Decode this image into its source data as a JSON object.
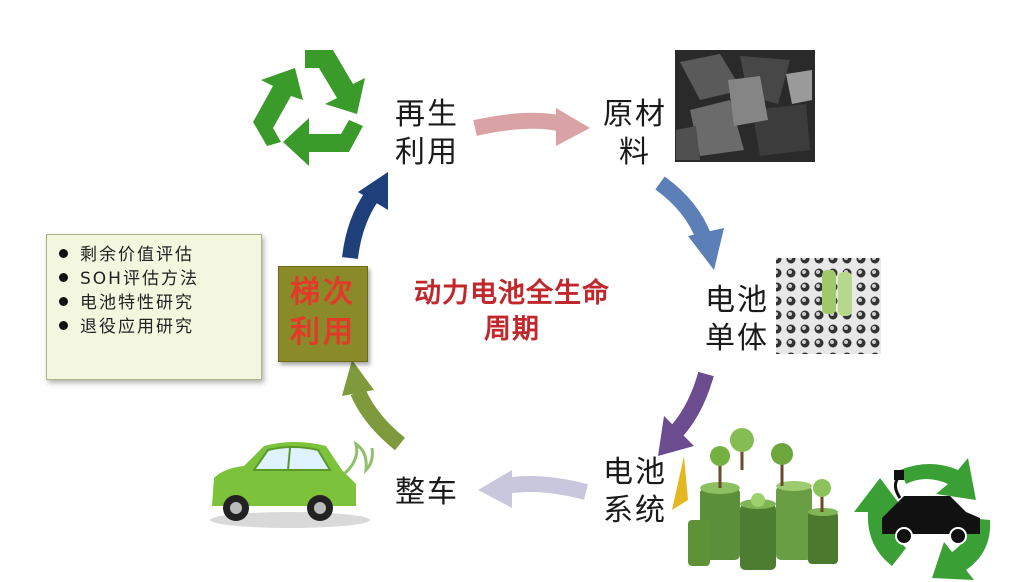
{
  "center": {
    "line1": "动力电池全生命",
    "line2": "周期",
    "color": "#c0282c"
  },
  "nodes": {
    "recycle": {
      "line1": "再生",
      "line2": "利用"
    },
    "raw": {
      "line1": "原材",
      "line2": "料"
    },
    "cell": {
      "line1": "电池",
      "line2": "单体"
    },
    "system": {
      "line1": "电池",
      "line2": "系统"
    },
    "vehicle": {
      "line1": "整车"
    },
    "cascade": {
      "line1": "梯次",
      "line2": "利用",
      "color": "#e23a28"
    }
  },
  "notes": [
    "剩余价值评估",
    "SOH评估方法",
    "电池特性研究",
    "退役应用研究"
  ],
  "arrows": {
    "recycle_to_raw": {
      "color": "#d9a3a6"
    },
    "raw_to_cell": {
      "color": "#5b7fb6"
    },
    "cell_to_system": {
      "color": "#6a4c8f"
    },
    "system_to_vehicle": {
      "color": "#c9c7dc"
    },
    "vehicle_to_cascade": {
      "color": "#7e9a3c"
    },
    "cascade_to_recycle": {
      "color": "#1f3f7a"
    }
  },
  "icons": [
    "recycle-icon",
    "raw-material-photo",
    "battery-cell-photo",
    "battery-system-illustration",
    "green-car-illustration",
    "ev-recycle-icon"
  ]
}
